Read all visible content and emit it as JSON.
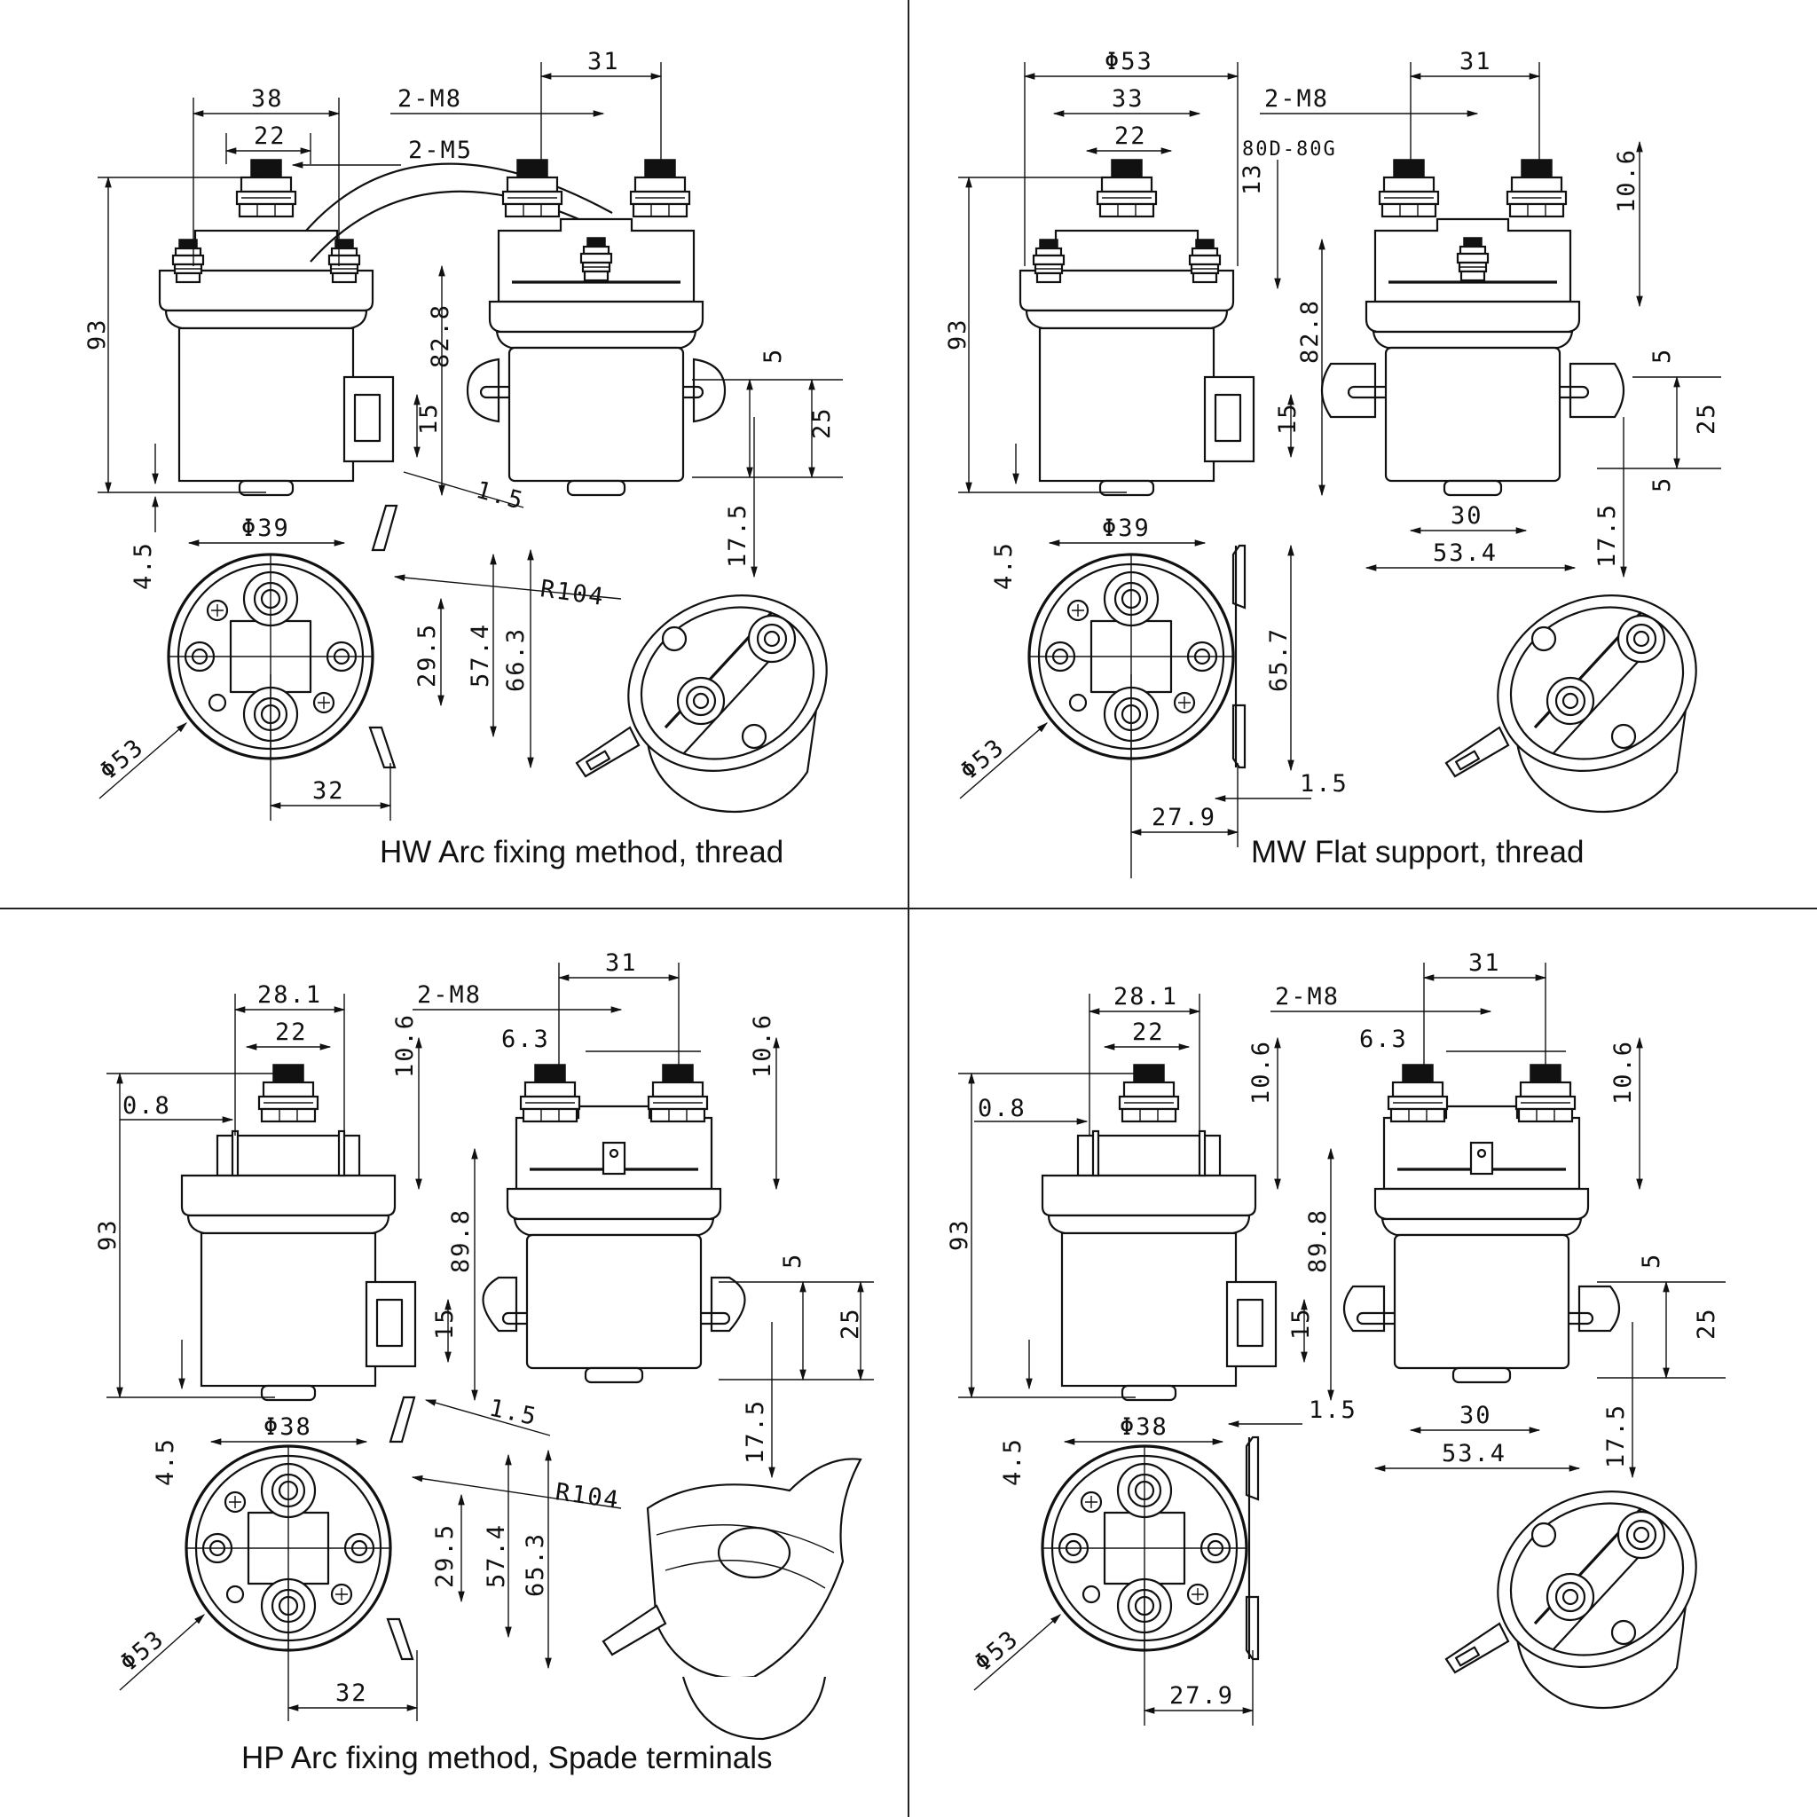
{
  "panels": {
    "hw": {
      "caption": "HW Arc fixing method, thread",
      "dims": {
        "d38": "38",
        "d22": "22",
        "d2m8": "2-M8",
        "d2m5": "2-M5",
        "d31": "31",
        "d93": "93",
        "d828": "82.8",
        "d15": "15",
        "d15b": "1.5",
        "d5": "5",
        "d25": "25",
        "d175": "17.5",
        "d45": "4.5",
        "dphi39": "Φ39",
        "dr104": "R104",
        "d295": "29.5",
        "d574": "57.4",
        "d663": "66.3",
        "dphi53": "Φ53",
        "d32": "32"
      }
    },
    "mw": {
      "caption": "MW Flat support, thread",
      "dims": {
        "dphi53top": "Φ53",
        "d33": "33",
        "d22": "22",
        "d2m8": "2-M8",
        "d31": "31",
        "dm5": "80D-80G",
        "d13": "13",
        "d106": "10.6",
        "d93": "93",
        "d828": "82.8",
        "d15": "15",
        "d5a": "5",
        "d25": "25",
        "d5b": "5",
        "d30": "30",
        "d534": "53.4",
        "d175": "17.5",
        "d45": "4.5",
        "dphi39": "Φ39",
        "d657": "65.7",
        "dphi53": "Φ53",
        "d15b": "1.5",
        "d279": "27.9"
      }
    },
    "hp": {
      "caption": "HP Arc fixing method, Spade terminals",
      "dims": {
        "d281": "28.1",
        "d22": "22",
        "d2m8": "2-M8",
        "d31": "31",
        "d63": "6.3",
        "d106a": "10.6",
        "d106b": "10.6",
        "d08": "0.8",
        "d93": "93",
        "d898": "89.8",
        "d15": "15",
        "d5": "5",
        "d25": "25",
        "d175": "17.5",
        "d45": "4.5",
        "dphi38": "Φ38",
        "d15b": "1.5",
        "dr104": "R104",
        "d295": "29.5",
        "d574": "57.4",
        "d653": "65.3",
        "dphi53": "Φ53",
        "d32": "32"
      }
    },
    "mp": {
      "caption": "",
      "dims": {
        "d281": "28.1",
        "d22": "22",
        "d2m8": "2-M8",
        "d31": "31",
        "d63": "6.3",
        "d106a": "10.6",
        "d106b": "10.6",
        "d08": "0.8",
        "d93": "93",
        "d898": "89.8",
        "d15": "15",
        "d15b": "1.5",
        "d5": "5",
        "d25": "25",
        "d30": "30",
        "d534": "53.4",
        "d175": "17.5",
        "d45": "4.5",
        "dphi38": "Φ38",
        "dphi53": "Φ53",
        "d279": "27.9"
      }
    }
  }
}
